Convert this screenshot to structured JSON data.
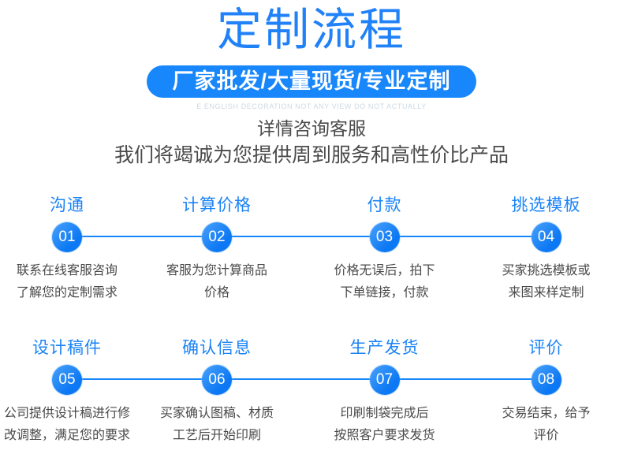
{
  "page": {
    "accent_color": "#1787fb",
    "title_color": "#2081f8",
    "text_color": "#4a4a4a"
  },
  "header": {
    "title": "定制流程",
    "banner": "厂家批发/大量现货/专业定制",
    "watermark": "E ENGLISH DECORATION NOT ANY VIEW DO NOT ACTUALLY",
    "subtitle_line1": "详情咨询客服",
    "subtitle_line2": "我们将竭诚为您提供周到服务和高性价比产品"
  },
  "steps": {
    "row1": [
      {
        "title": "沟通",
        "number": "01",
        "desc": "联系在线客服咨询\n了解您的定制需求"
      },
      {
        "title": "计算价格",
        "number": "02",
        "desc": "客服为您计算商品\n价格"
      },
      {
        "title": "付款",
        "number": "03",
        "desc": "价格无误后，拍下\n下单链接，付款"
      },
      {
        "title": "挑选模板",
        "number": "04",
        "desc": "买家挑选模板或\n来图来样定制"
      }
    ],
    "row2": [
      {
        "title": "设计稿件",
        "number": "05",
        "desc": "公司提供设计稿进行修\n改调整，满足您的要求"
      },
      {
        "title": "确认信息",
        "number": "06",
        "desc": "买家确认图稿、材质\n工艺后开始印刷"
      },
      {
        "title": "生产发货",
        "number": "07",
        "desc": "印刷制袋完成后\n按照客户要求发货"
      },
      {
        "title": "评价",
        "number": "08",
        "desc": "交易结束，给予\n评价"
      }
    ]
  }
}
